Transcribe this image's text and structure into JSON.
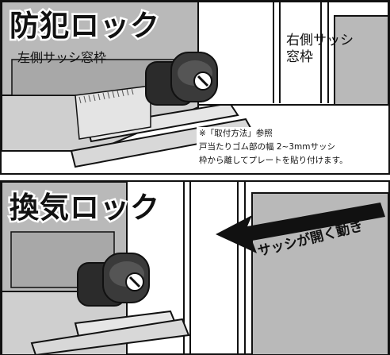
{
  "top_panel": {
    "title": "防犯ロック",
    "left_sash_label": "左側サッシ窓枠",
    "right_sash_label_line1": "右側サッシ",
    "right_sash_label_line2": "窓枠",
    "note_line1": "※「取付方法」参照",
    "note_line2": "戸当たりゴム部の幅 2~3mmサッシ",
    "note_line3": "枠から離してプレートを貼り付けます。"
  },
  "bottom_panel": {
    "title": "換気ロック",
    "direction_label": "サッシが開く動き"
  },
  "colors": {
    "background": "#ffffff",
    "frame_gray": "#b9b9b9",
    "frame_dark": "#8c8c8c",
    "lock_body": "#2b2b2b",
    "outline": "#111111"
  }
}
